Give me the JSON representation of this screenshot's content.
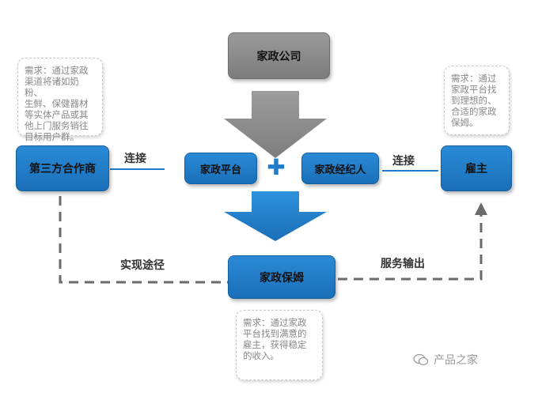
{
  "nodes": {
    "company": "家政公司",
    "platform": "家政平台",
    "agent": "家政经纪人",
    "partner": "第三方合作商",
    "employer": "雇主",
    "nanny": "家政保姆"
  },
  "plus_symbol": "✚",
  "edges": {
    "left_connect": "连接",
    "right_connect": "连接",
    "realize": "实现途径",
    "service_output": "服务输出"
  },
  "notes": {
    "partner_need": "需求：通过家政\n渠道将诸如奶粉、\n生鲜、保健器材\n等实体产品或其\n他上门服务销往\n目标用户群。",
    "employer_need": "需求：通过\n家政平台找\n到理想的、\n合适的家政\n保姆。",
    "nanny_need": "需求：通过家政\n平台找到满意的\n雇主，获得稳定\n的收入。"
  },
  "watermark": "产品之家",
  "colors": {
    "node_blue": "#1f7cc9",
    "node_gray": "#8a8a8a",
    "arrow_gray": "#8c8c8c",
    "dash_gray": "#6a6a6a"
  }
}
